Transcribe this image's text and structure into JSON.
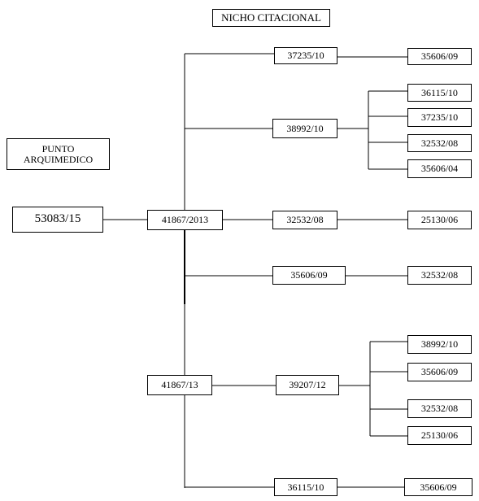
{
  "title": "NICHO CITACIONAL",
  "punto_label": "PUNTO\nARQUIMEDICO",
  "root": "53083/15",
  "hub_top": "41867/2013",
  "hub_bottom": "41867/13",
  "branches": [
    {
      "code": "37235/10",
      "children": [
        "35606/09"
      ]
    },
    {
      "code": "38992/10",
      "children": [
        "36115/10",
        "37235/10",
        "32532/08",
        "35606/04"
      ]
    },
    {
      "code": "32532/08",
      "children": [
        "25130/06"
      ]
    },
    {
      "code": "35606/09",
      "children": [
        "32532/08"
      ]
    },
    {
      "code": "39207/12",
      "children": [
        "38992/10",
        "35606/09",
        "32532/08",
        "25130/06"
      ]
    },
    {
      "code": "36115/10",
      "children": [
        "35606/09"
      ]
    }
  ]
}
